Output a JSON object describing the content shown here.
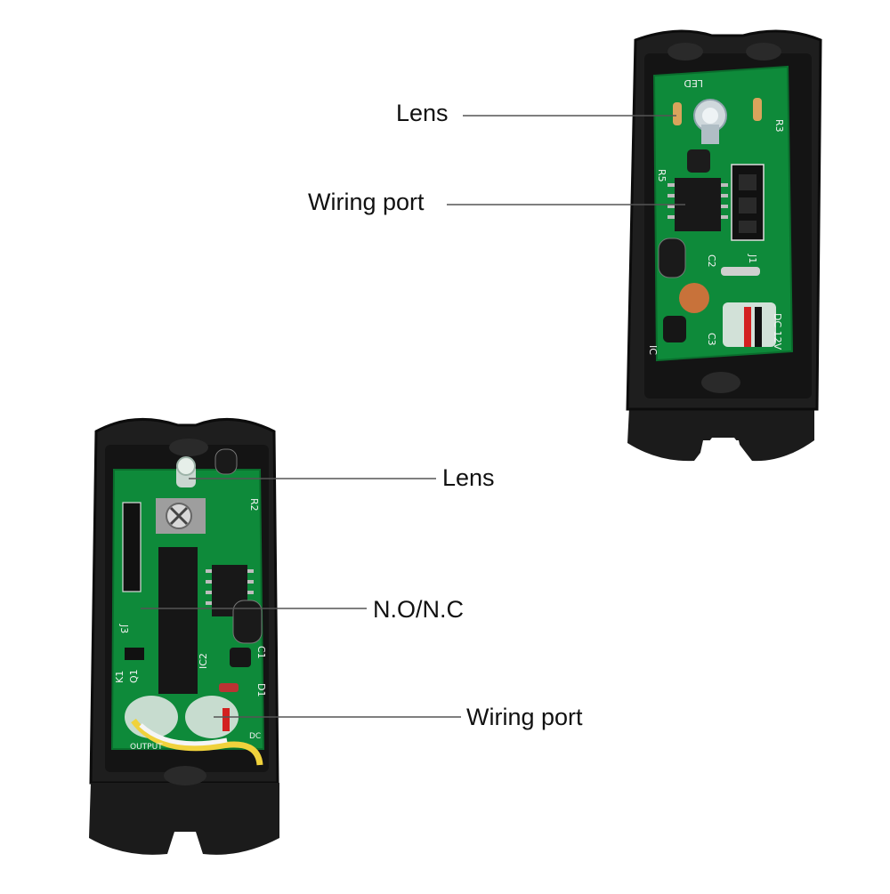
{
  "colors": {
    "background": "#ffffff",
    "housing": "#1b1b1b",
    "pcb": "#0e8a3a",
    "leader_line": "#555555"
  },
  "callouts": {
    "receiver_lens": "Lens",
    "receiver_wiring_port": "Wiring port",
    "transmitter_lens": "Lens",
    "transmitter_mode": "N.O/N.C",
    "transmitter_wiring_port": "Wiring port"
  },
  "receiver_silkscreen": {
    "led": "LED",
    "r3": "R3",
    "r5": "R5",
    "c2": "C2",
    "c3": "C3",
    "j1": "J1",
    "ic": "IC",
    "dc": "DC 12V"
  },
  "transmitter_silkscreen": {
    "r2": "R2",
    "j3": "J3",
    "q1": "Q1",
    "k1": "K1",
    "ic2": "IC2",
    "c1": "C1",
    "d1": "D1",
    "output": "OUTPUT",
    "dc": "DC"
  },
  "icons": [
    "lens-icon",
    "chip-icon",
    "capacitor-icon",
    "terminal-icon",
    "wire-icon"
  ]
}
